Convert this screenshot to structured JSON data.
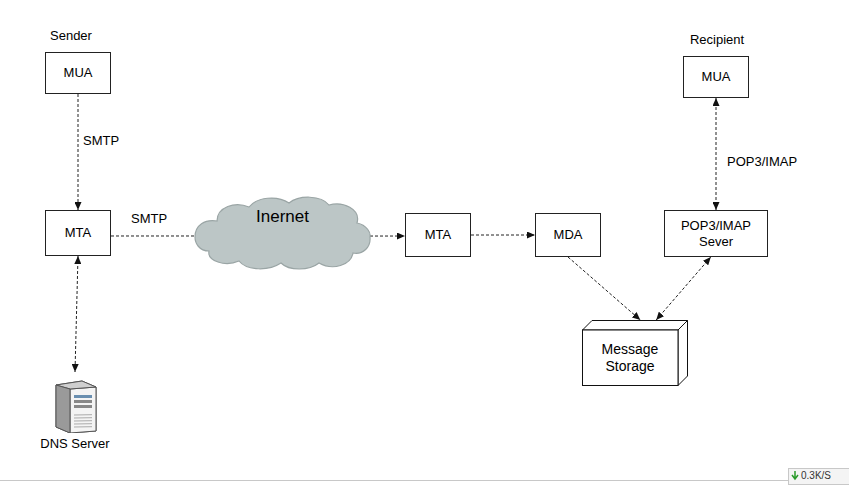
{
  "diagram": {
    "nodes": [
      {
        "text": [
          "Sender",
          "MUA"
        ]
      },
      {
        "text": [
          "MTA"
        ]
      },
      {
        "text": [
          "DNS Server"
        ]
      },
      {
        "text": [
          "Inernet"
        ]
      },
      {
        "text": [
          "MTA"
        ]
      },
      {
        "text": [
          "MDA"
        ]
      },
      {
        "text": [
          "Message Storage"
        ]
      },
      {
        "text": [
          "POP3/IMAP Sever"
        ]
      },
      {
        "text": [
          "Recipient",
          "MUA"
        ]
      }
    ],
    "edges": [
      {
        "from": 0,
        "to": 1,
        "label": "SMTP",
        "arrow": "to"
      },
      {
        "from": 1,
        "to": 2,
        "arrow": "both"
      },
      {
        "from": 1,
        "to": 3,
        "label": "SMTP",
        "arrow": "none"
      },
      {
        "from": 3,
        "to": 4,
        "arrow": "to"
      },
      {
        "from": 4,
        "to": 5,
        "arrow": "to"
      },
      {
        "from": 5,
        "to": 6,
        "arrow": "to"
      },
      {
        "from": 6,
        "to": 7,
        "arrow": "both"
      },
      {
        "from": 7,
        "to": 8,
        "label": "POP3/IMAP",
        "arrow": "both"
      }
    ],
    "labels": [
      "0.3K/S"
    ]
  }
}
